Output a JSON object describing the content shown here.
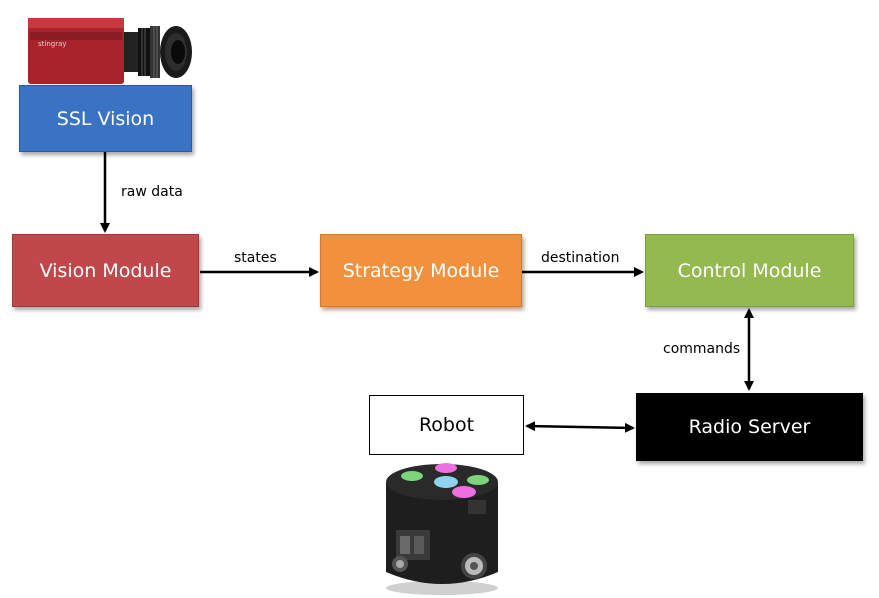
{
  "colors": {
    "ssl_vision": "#3b73c4",
    "vision_module": "#c0474a",
    "strategy_module": "#f2913d",
    "control_module": "#93b94f",
    "radio_server": "#000000",
    "robot": "#ffffff"
  },
  "nodes": {
    "ssl_vision": "SSL Vision",
    "vision_module": "Vision Module",
    "strategy_module": "Strategy Module",
    "control_module": "Control Module",
    "radio_server": "Radio Server",
    "robot": "Robot"
  },
  "edges": {
    "raw_data": "raw data",
    "states": "states",
    "destination": "destination",
    "commands": "commands"
  },
  "images": {
    "camera": "camera-image",
    "robot": "robot-image"
  }
}
